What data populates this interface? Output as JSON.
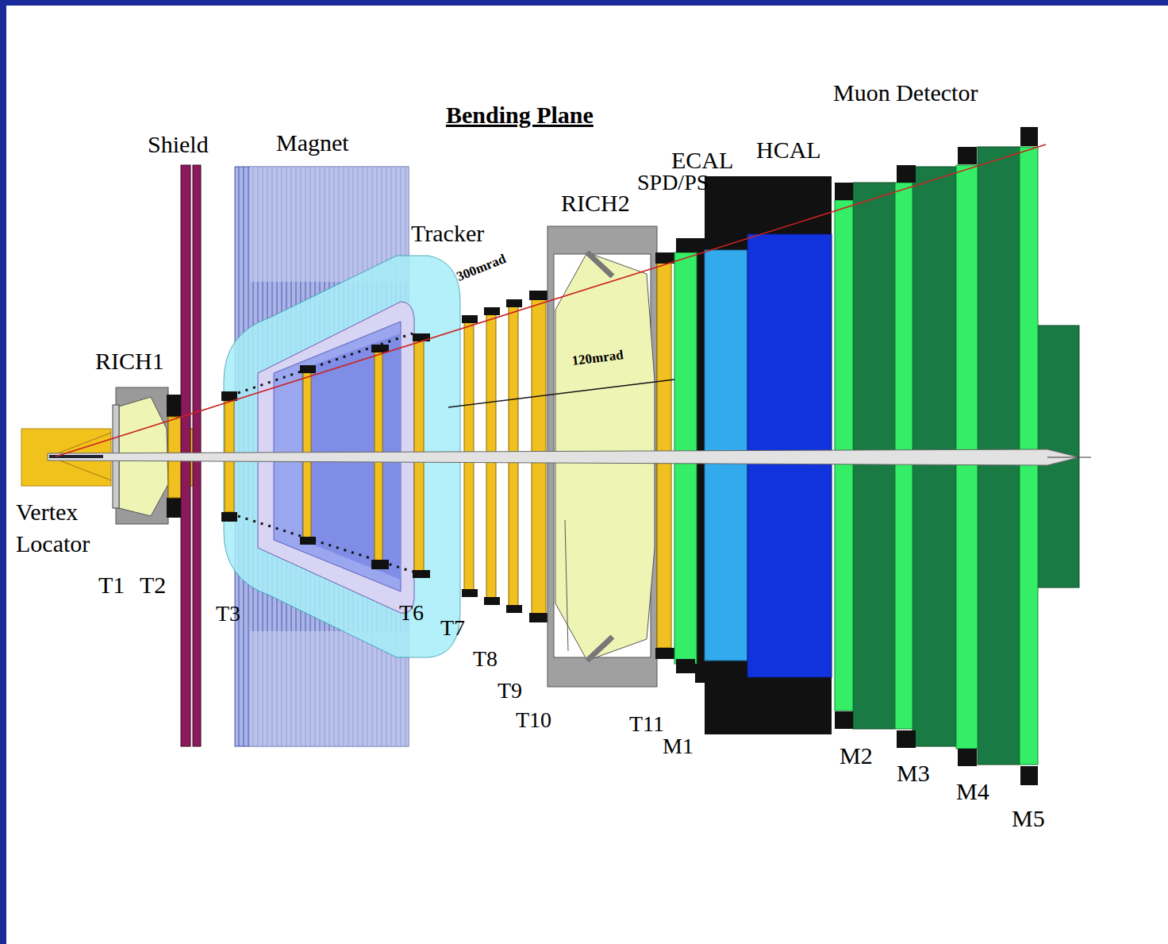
{
  "diagram": {
    "title": "Bending Plane",
    "labels": [
      "Muon Detector",
      "Shield",
      "Magnet",
      "ECAL",
      "HCAL",
      "SPD/PS",
      "RICH2",
      "Tracker",
      "300mrad",
      "120mrad",
      "RICH1",
      "Vertex Locator",
      "T1",
      "T2",
      "T3",
      "T6",
      "T7",
      "T8",
      "T9",
      "T10",
      "T11",
      "M1",
      "M2",
      "M3",
      "M4",
      "M5"
    ]
  }
}
